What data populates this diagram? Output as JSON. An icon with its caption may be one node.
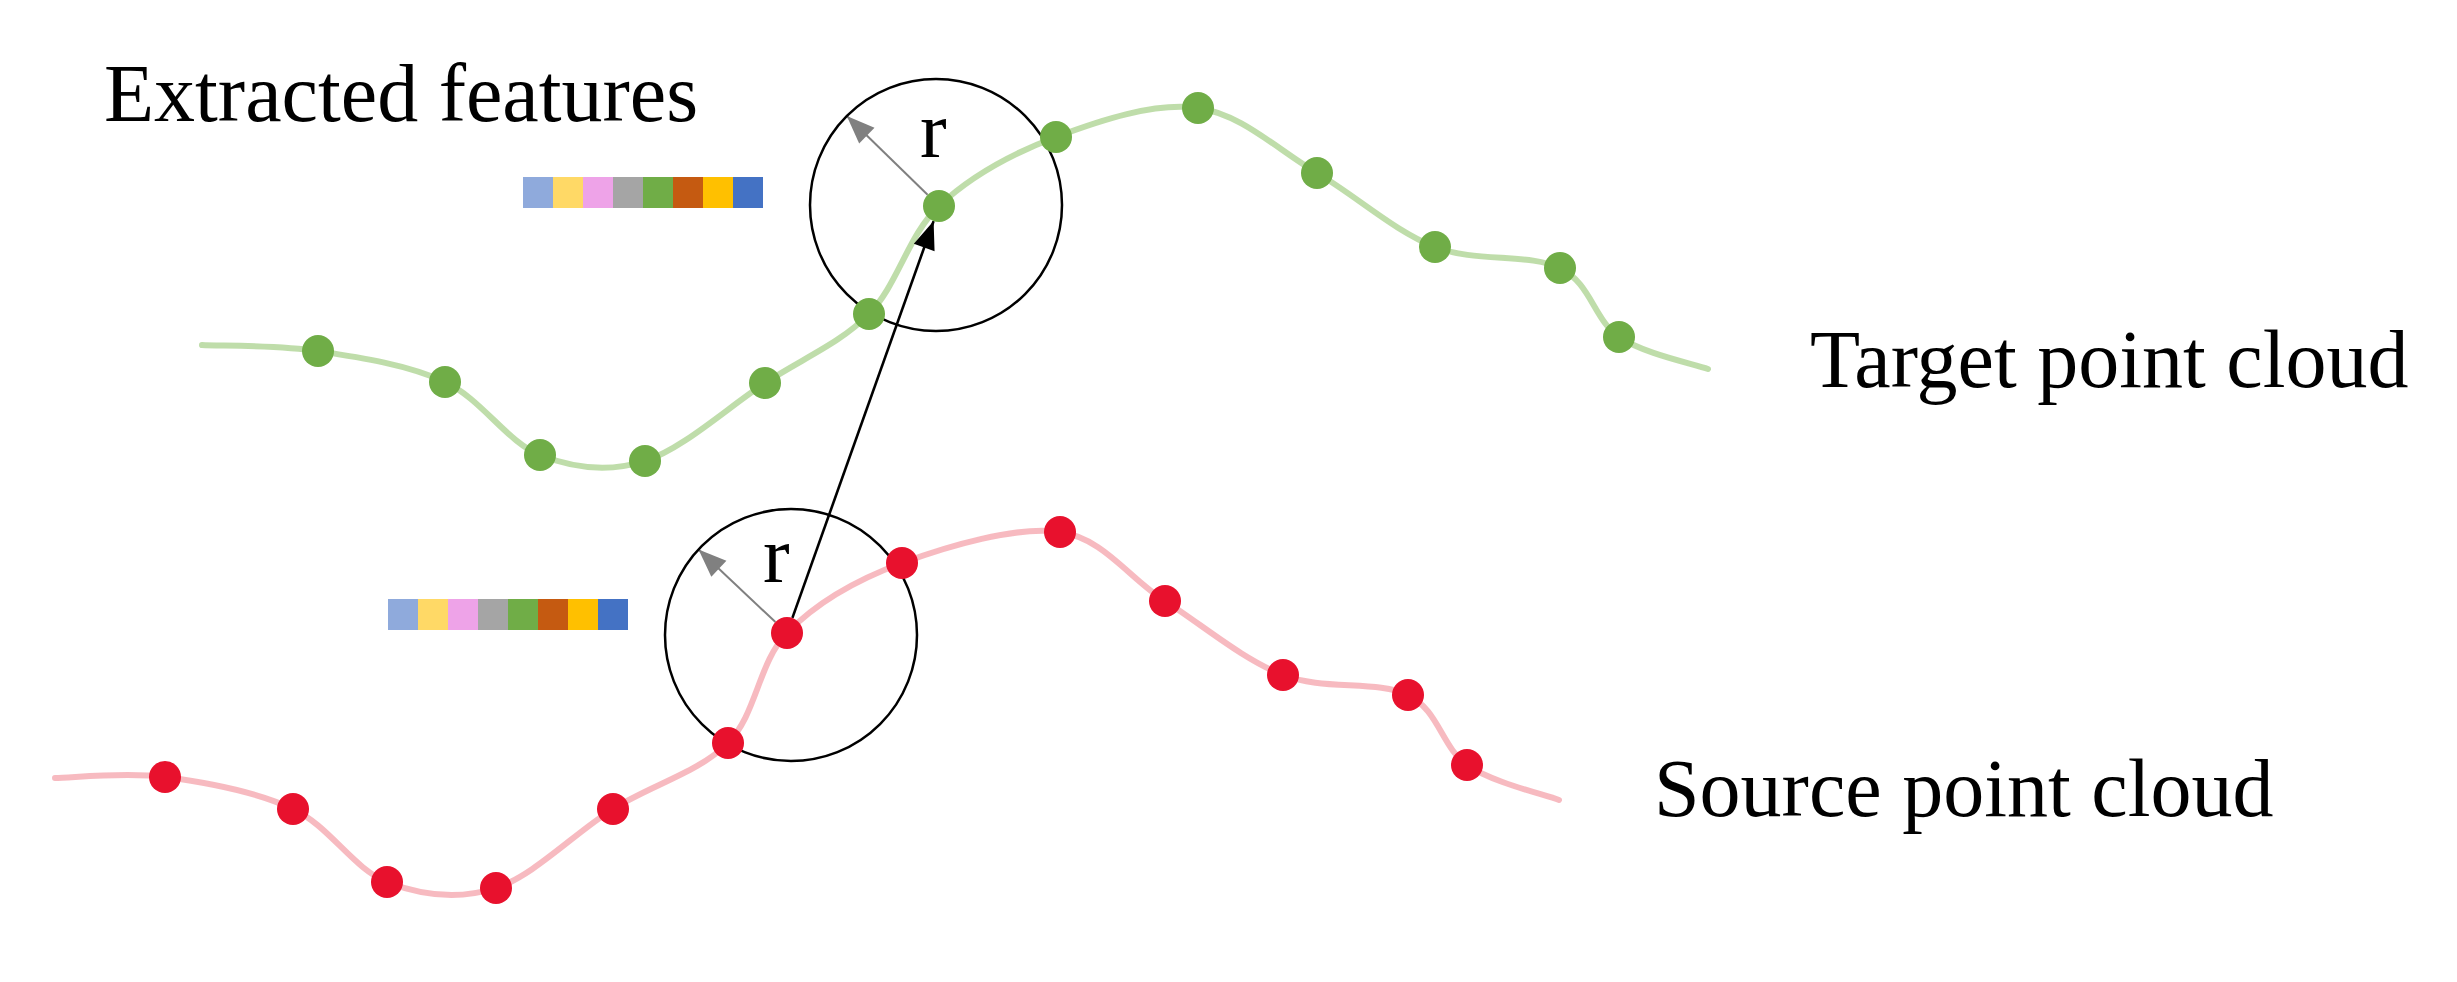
{
  "diagram": {
    "nodes": [
      {
        "text": [
          "r"
        ]
      },
      {
        "text": [],
        "shape": "circle",
        "in": 0
      },
      {
        "text": [
          "r"
        ]
      },
      {
        "text": [],
        "shape": "circle",
        "in": 2
      }
    ],
    "edges": [
      {
        "from": 1,
        "to": 0,
        "arrow": "to"
      },
      {
        "from": 3,
        "to": 1,
        "arrow": "to",
        "color": "#000000"
      },
      {
        "from": 3,
        "to": 2,
        "arrow": "to"
      }
    ],
    "labels": [
      "Extracted features",
      "Target point cloud",
      "Source point cloud"
    ]
  }
}
